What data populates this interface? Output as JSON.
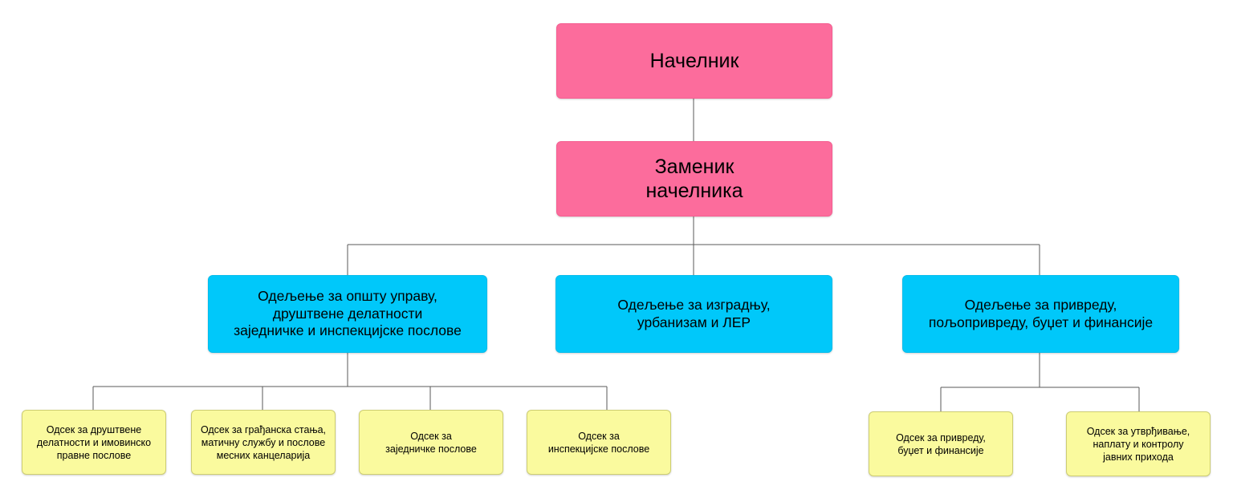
{
  "chart_data": {
    "type": "diagram",
    "subtype": "organizational-hierarchy-tree",
    "title": "",
    "orientation": "top-down",
    "levels": 3,
    "colors": {
      "executive": "#fc6c9c",
      "department": "#00c8fa",
      "unit": "#fafa9e",
      "connector": "#5a5a5a",
      "background": "#ffffff",
      "text": "#000000"
    },
    "nodes": [
      {
        "id": "n1",
        "label": "Начелник",
        "level": "executive",
        "parent": null
      },
      {
        "id": "n2",
        "label": "Заменик\nначелника",
        "level": "executive",
        "parent": "n1"
      },
      {
        "id": "n3",
        "label": "Одељење за општу управу,\nдруштвене делатности\nзаједничке и инспекцијске послове",
        "level": "department",
        "parent": "n2"
      },
      {
        "id": "n4",
        "label": "Одељење за изградњу,\nурбанизам и ЛЕР",
        "level": "department",
        "parent": "n2"
      },
      {
        "id": "n5",
        "label": "Одељење за привреду,\nпољопривреду, буџет и финансије",
        "level": "department",
        "parent": "n2"
      },
      {
        "id": "n6",
        "label": "Одсек за друштвене\nделатности и имовинско\nправне послове",
        "level": "unit",
        "parent": "n3"
      },
      {
        "id": "n7",
        "label": "Одсек за грађанска стања,\nматичну службу и послове\nмесних канцеларија",
        "level": "unit",
        "parent": "n3"
      },
      {
        "id": "n8",
        "label": "Одсек за\nзаједничке послове",
        "level": "unit",
        "parent": "n3"
      },
      {
        "id": "n9",
        "label": "Одсек за\nинспекцијске послове",
        "level": "unit",
        "parent": "n3"
      },
      {
        "id": "n10",
        "label": "Одсек за привреду,\nбуџет и финансије",
        "level": "unit",
        "parent": "n5"
      },
      {
        "id": "n11",
        "label": "Одсек за утврђивање,\nнаплату и контролу\nјавних прихода",
        "level": "unit",
        "parent": "n5"
      }
    ],
    "edges": [
      {
        "from": "n1",
        "to": "n2"
      },
      {
        "from": "n2",
        "to": "n3"
      },
      {
        "from": "n2",
        "to": "n4"
      },
      {
        "from": "n2",
        "to": "n5"
      },
      {
        "from": "n3",
        "to": "n6"
      },
      {
        "from": "n3",
        "to": "n7"
      },
      {
        "from": "n3",
        "to": "n8"
      },
      {
        "from": "n3",
        "to": "n9"
      },
      {
        "from": "n5",
        "to": "n10"
      },
      {
        "from": "n5",
        "to": "n11"
      }
    ]
  },
  "nodes": {
    "chief": {
      "label": "Начелник"
    },
    "deputy_chief": {
      "label": "Заменик\nначелника"
    },
    "dept_general_admin": {
      "label": "Одељење за општу управу,\nдруштвене делатности\nзаједничке и инспекцијске послове"
    },
    "dept_construction": {
      "label": "Одељење за изградњу,\nурбанизам и ЛЕР"
    },
    "dept_economy": {
      "label": "Одељење за привреду,\nпољопривреду, буџет и финансије"
    },
    "unit_social_property": {
      "label": "Одсек за друштвене\nделатности и имовинско\nправне послове"
    },
    "unit_civil_registry": {
      "label": "Одсек за грађанска стања,\nматичну службу и послове\nмесних канцеларија"
    },
    "unit_common_affairs": {
      "label": "Одсек за\nзаједничке послове"
    },
    "unit_inspection": {
      "label": "Одсек за\nинспекцијске послове"
    },
    "unit_economy_budget": {
      "label": "Одсек за привреду,\nбуџет и финансије"
    },
    "unit_public_revenue": {
      "label": "Одсек за утврђивање,\nнаплату и контролу\nјавних прихода"
    }
  }
}
